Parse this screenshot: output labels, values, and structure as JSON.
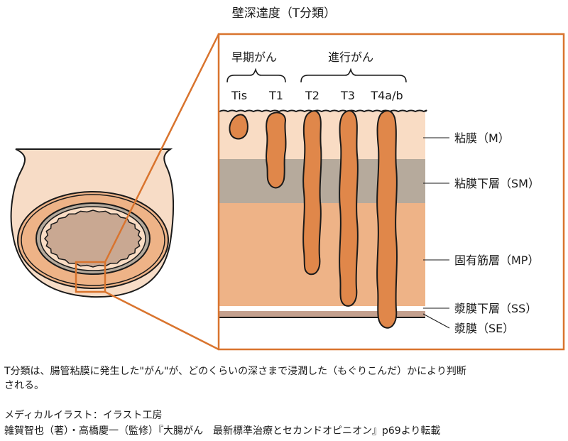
{
  "title": "壁深達度（T分類）",
  "stage_groups": {
    "early": "早期がん",
    "advanced": "進行がん"
  },
  "t_stages": [
    "Tis",
    "T1",
    "T2",
    "T3",
    "T4a/b"
  ],
  "layers": [
    {
      "label": "粘膜（M）",
      "color": "#f9dcc4"
    },
    {
      "label": "粘膜下層（SM）",
      "color": "#b6aa9c"
    },
    {
      "label": "固有筋層（MP）",
      "color": "#eeb387"
    },
    {
      "label": "漿膜下層（SS）",
      "color": "#ffffff"
    },
    {
      "label": "漿膜（SE）",
      "color": "#c4a08e"
    }
  ],
  "colors": {
    "accent": "#d9742e",
    "tumor": "#e0874a",
    "outline": "#1a1a1a"
  },
  "captions": {
    "line1": "T分類は、腸管粘膜に発生した\"がん\"が、どのくらいの深さまで浸潤した（もぐりこんだ）かにより判断",
    "line2": "される。",
    "line3": "メディカルイラスト：イラスト工房",
    "line4": "雑賀智也（著）・高橋慶一（監修）『大腸がん　最新標準治療とセカンドオピニオン』p69より転載"
  }
}
